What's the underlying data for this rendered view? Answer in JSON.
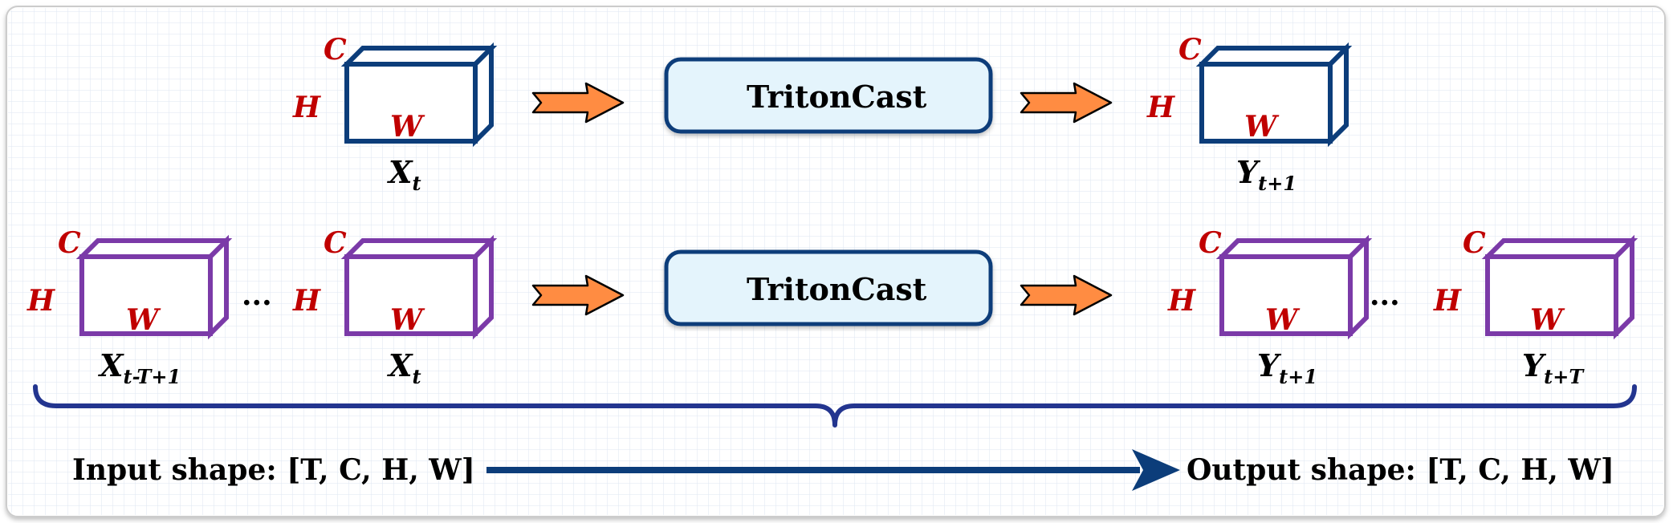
{
  "colors": {
    "row1_cube": "#0c3d7a",
    "row2_cube": "#7b3aa8",
    "dim_label": "#c00000",
    "arrow_fill": "#ff8c42",
    "model_box_fill": "#e4f4fc",
    "model_box_stroke": "#0c3d7a",
    "brace": "#23358f",
    "shape_arrow": "#0c3d7a",
    "grid": "#d8e3f0"
  },
  "dims": {
    "c": "C",
    "h": "H",
    "w": "W"
  },
  "model_label": "TritonCast",
  "row1": {
    "input_var": {
      "base": "X",
      "sub": "t"
    },
    "output_var": {
      "base": "Y",
      "sub": "t+1"
    }
  },
  "row2": {
    "input_first": {
      "base": "X",
      "sub": "t-T+1"
    },
    "input_last": {
      "base": "X",
      "sub": "t"
    },
    "output_first": {
      "base": "Y",
      "sub": "t+1"
    },
    "output_last": {
      "base": "Y",
      "sub": "t+T"
    },
    "ellipsis": "..."
  },
  "shapes": {
    "input": "Input shape: [T, C, H, W]",
    "output": "Output shape: [T, C, H, W]"
  }
}
